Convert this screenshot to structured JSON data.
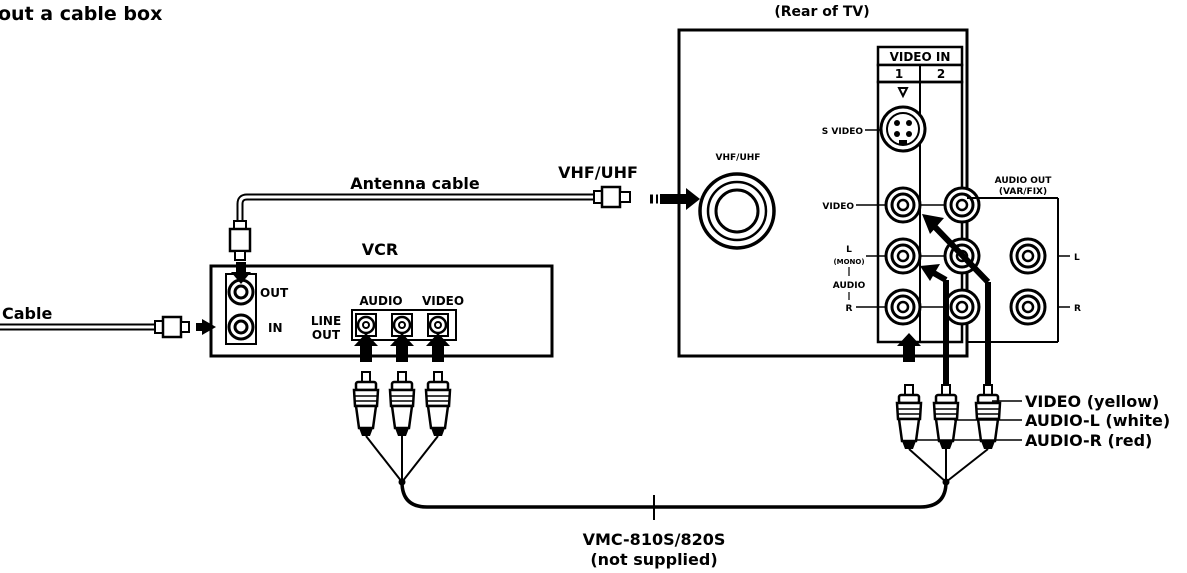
{
  "title": "out a cable box",
  "tv": {
    "rear_label": "(Rear of TV)",
    "video_in": "VIDEO IN",
    "col1": "1",
    "col2": "2",
    "s_video": "S VIDEO",
    "vhf_uhf_port": "VHF/UHF",
    "video": "VIDEO",
    "l": "L",
    "mono": "(MONO)",
    "audio": "AUDIO",
    "r": "R",
    "audio_out": "AUDIO OUT",
    "var_fix": "(VAR/FIX)",
    "out_l": "L",
    "out_r": "R"
  },
  "vcr": {
    "label": "VCR",
    "out": "OUT",
    "in": "IN",
    "line": "LINE",
    "line_out": "OUT",
    "audio": "AUDIO",
    "video": "VIDEO"
  },
  "cables": {
    "antenna": "Antenna cable",
    "vhf_uhf": "VHF/UHF",
    "cable": "Cable",
    "vmc": "VMC-810S/820S",
    "not_supplied": "(not supplied)",
    "video_yellow": "VIDEO (yellow)",
    "audio_l_white": "AUDIO-L (white)",
    "audio_r_red": "AUDIO-R (red)"
  },
  "colors": {
    "ink": "#000000",
    "paper": "#ffffff"
  }
}
